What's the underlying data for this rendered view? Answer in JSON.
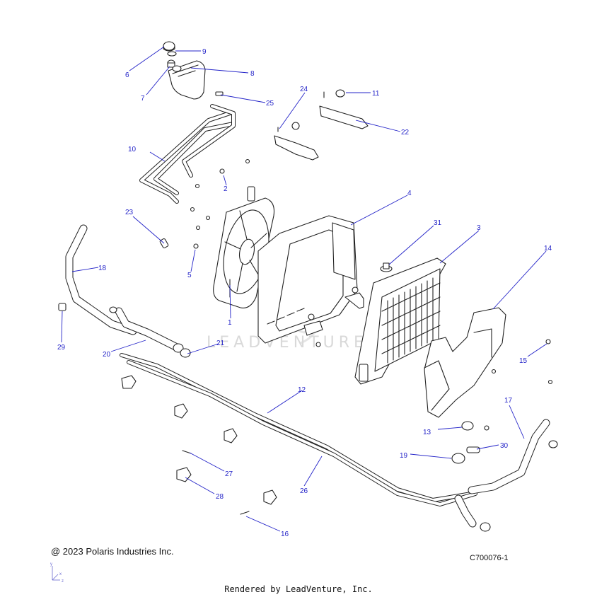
{
  "watermark": "LEADVENTURE",
  "copyright": "@ 2023 Polaris Industries Inc.",
  "diagram_code": "C700076-1",
  "rendered_by": "Rendered by LeadVenture, Inc.",
  "axes": {
    "y": "y",
    "x": "x",
    "z": "z"
  },
  "callouts": [
    "1",
    "2",
    "3",
    "4",
    "5",
    "6",
    "7",
    "8",
    "9",
    "10",
    "11",
    "12",
    "13",
    "14",
    "15",
    "16",
    "17",
    "18",
    "19",
    "20",
    "21",
    "22",
    "23",
    "24",
    "25",
    "26",
    "27",
    "28",
    "29",
    "30",
    "31"
  ],
  "colors": {
    "callout": "#2323c8",
    "line": "#222222"
  }
}
